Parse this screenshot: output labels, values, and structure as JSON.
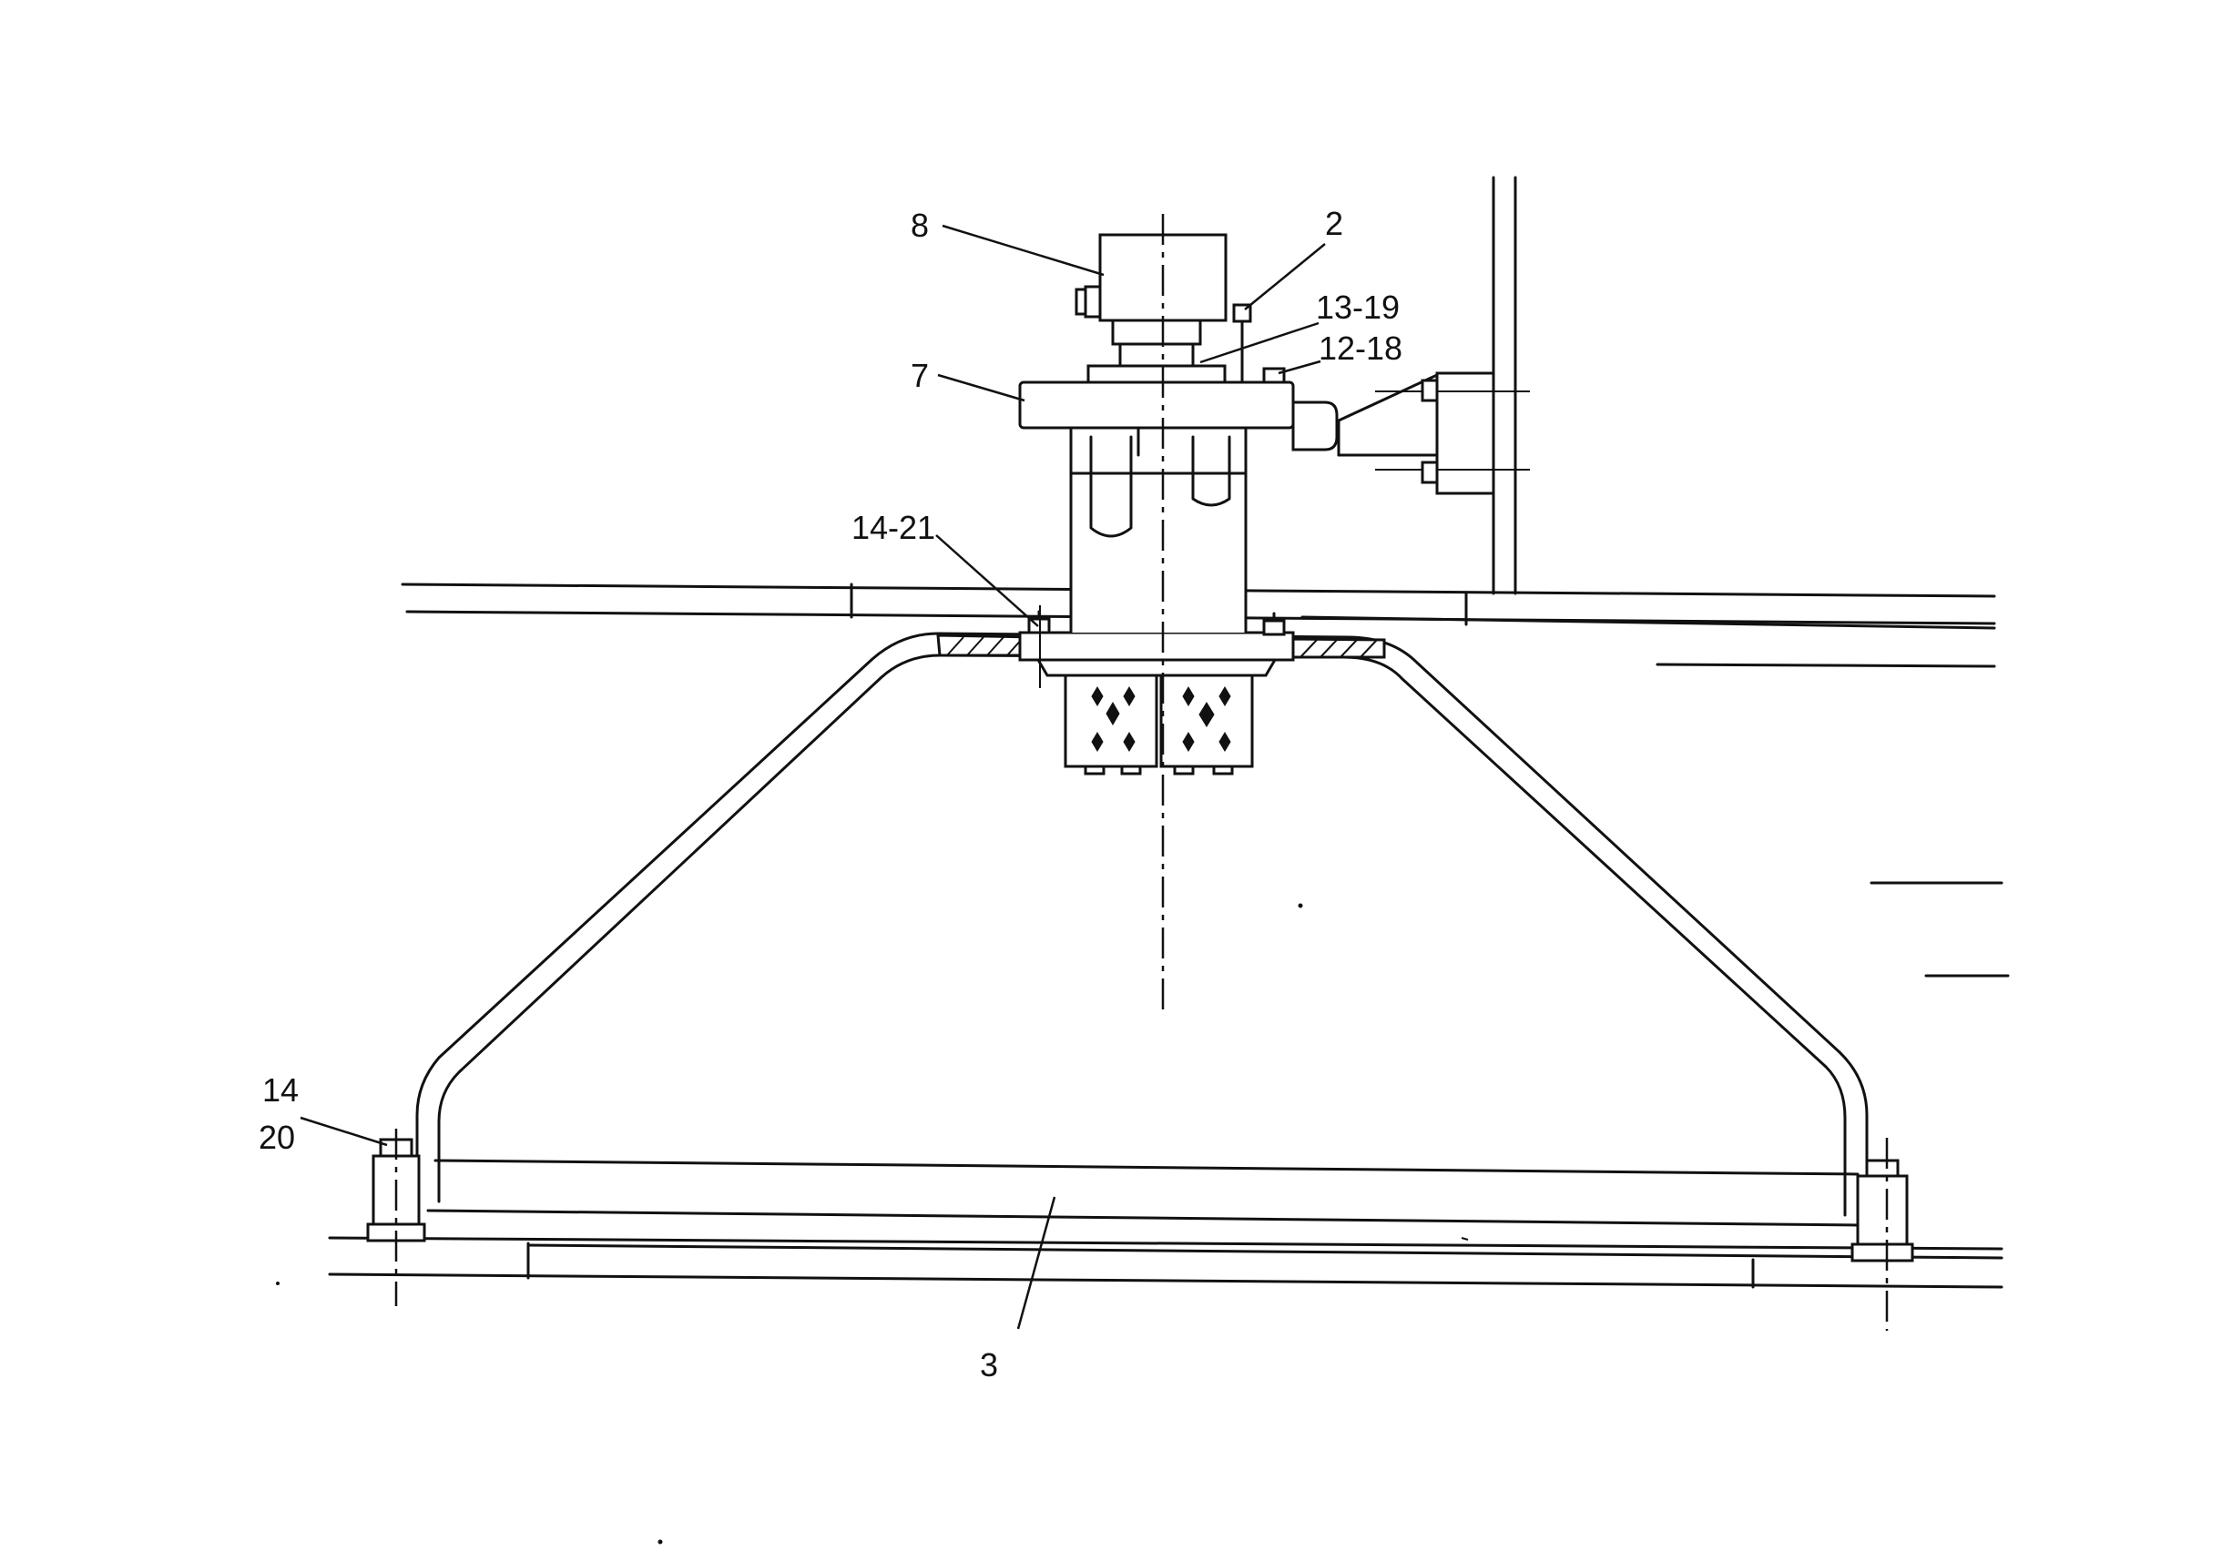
{
  "callouts": {
    "c8": "8",
    "c2": "2",
    "c13_19": "13-19",
    "c12_18": "12-18",
    "c7": "7",
    "c14_21": "14-21",
    "c14": "14",
    "c20": "20",
    "c3": "3"
  }
}
